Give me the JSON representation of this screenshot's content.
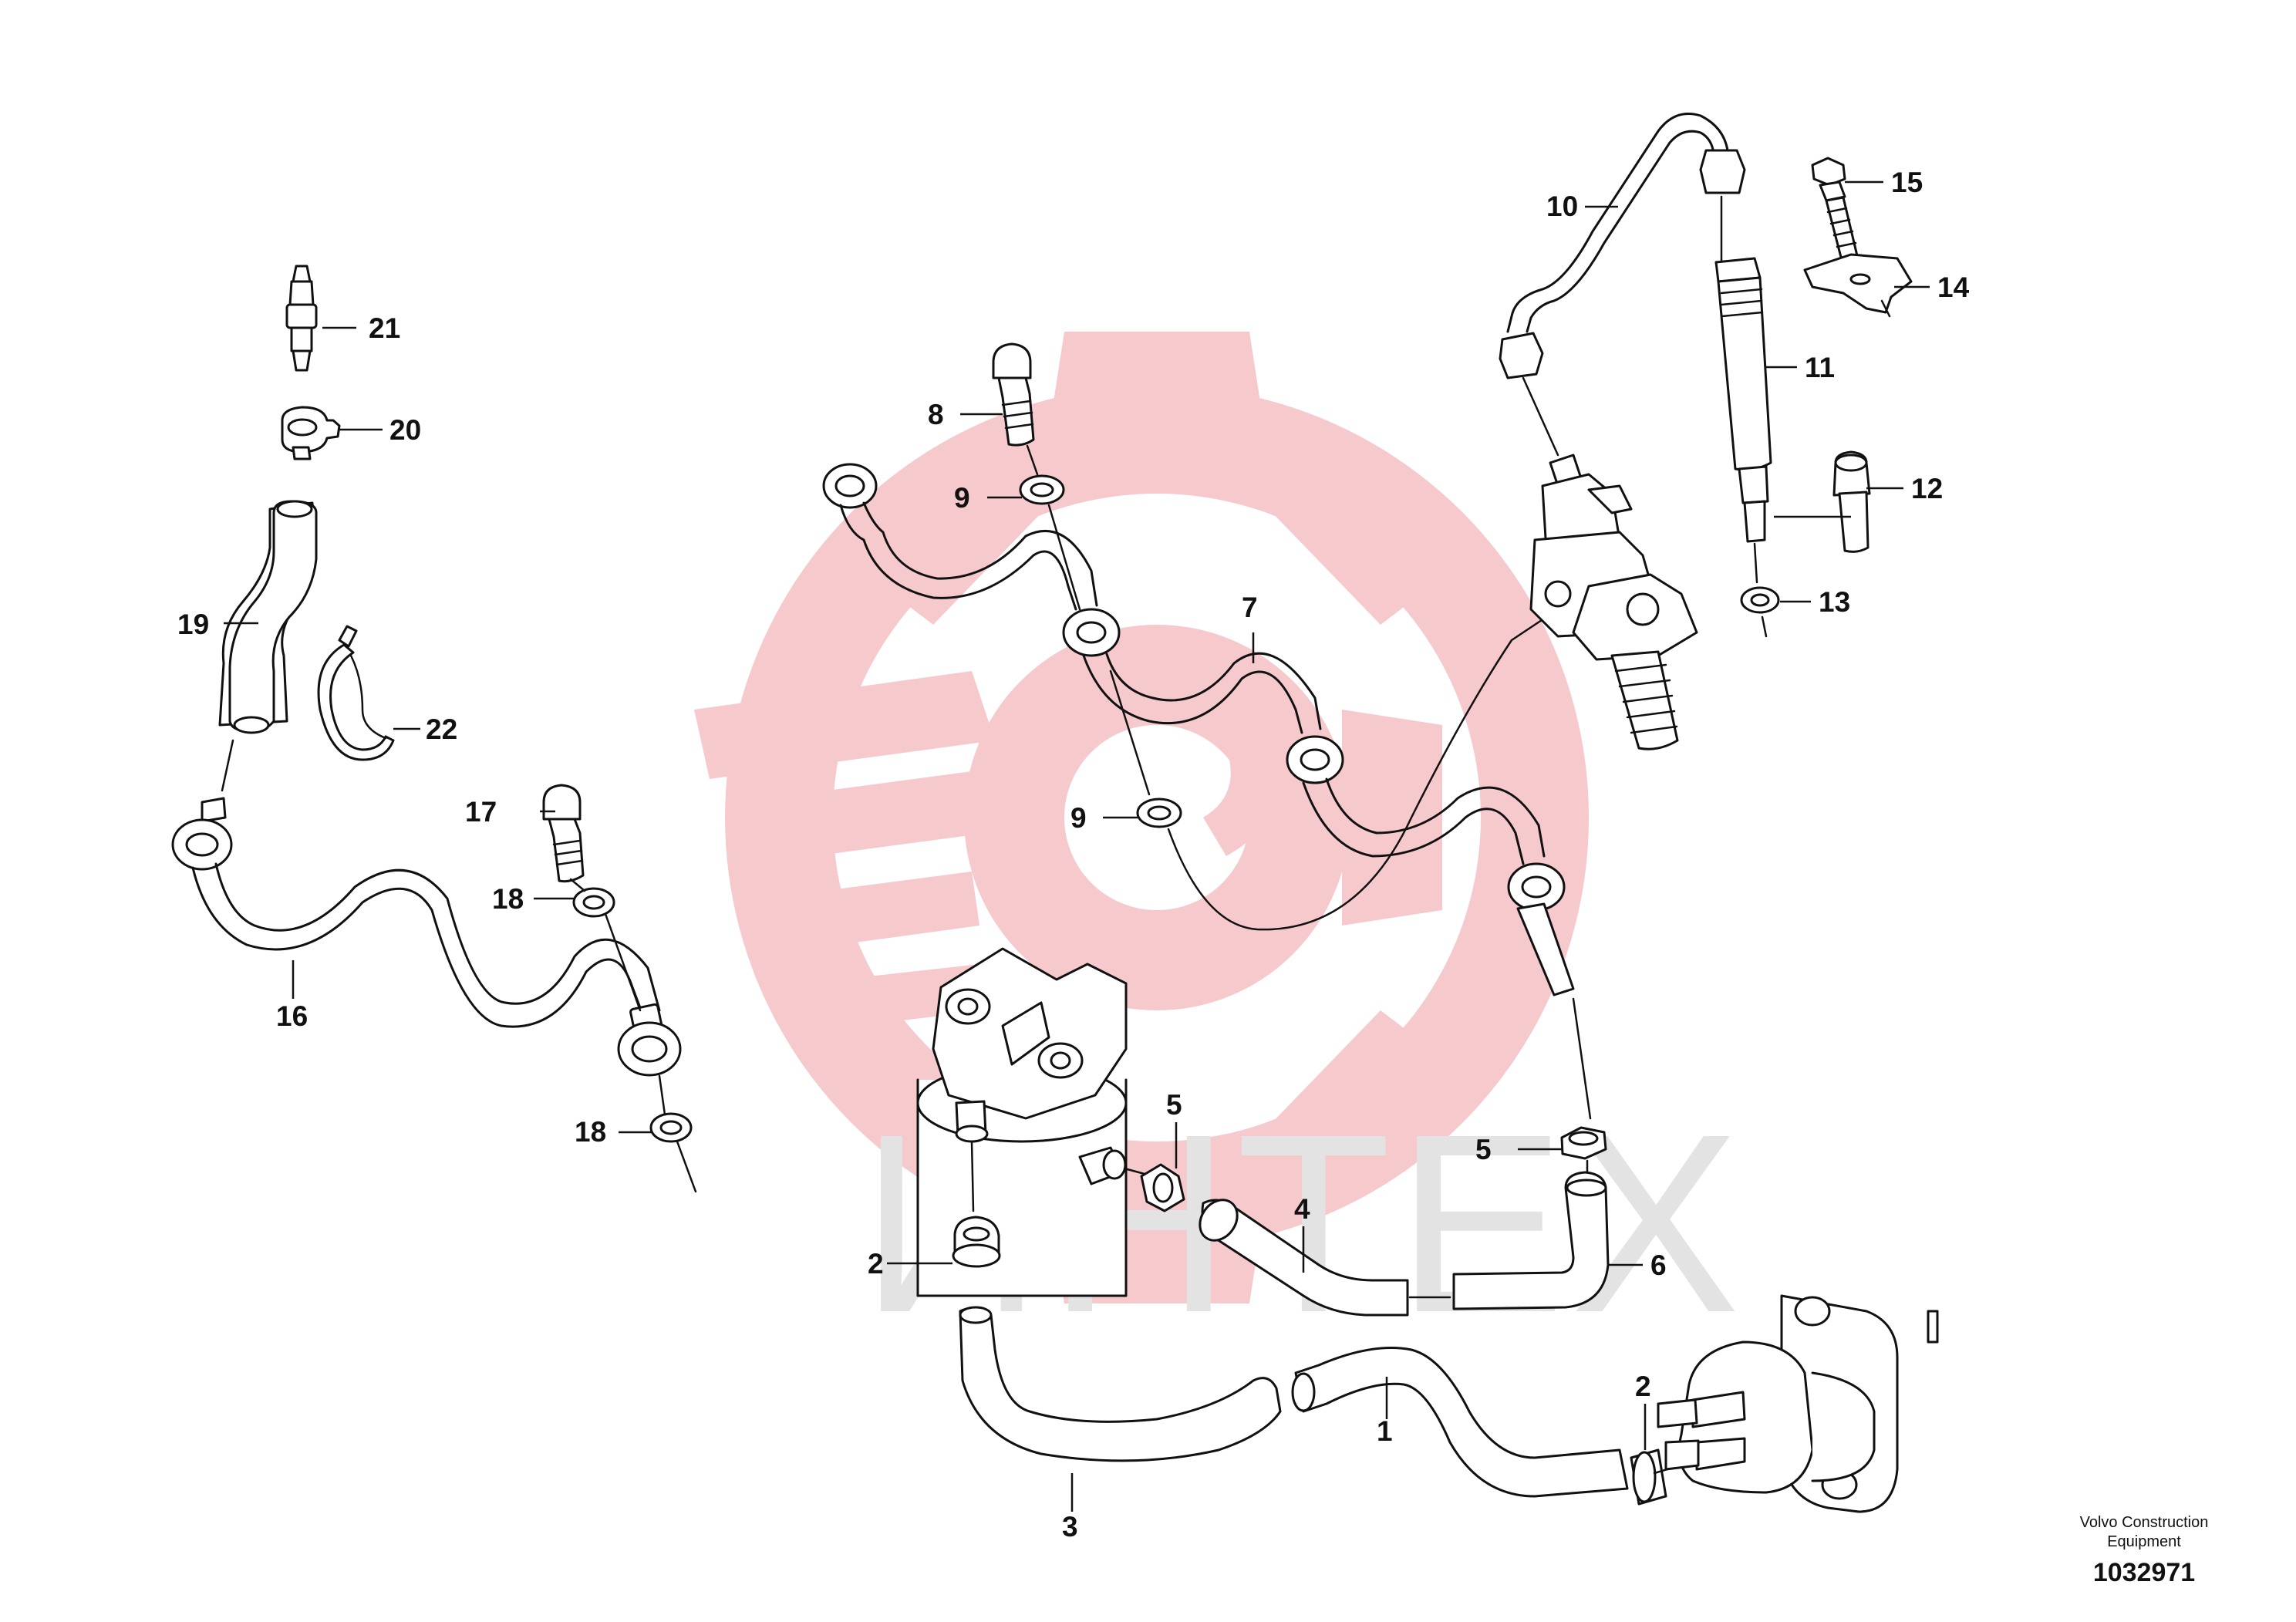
{
  "watermark": {
    "text": "ИНТЕХ",
    "logo_color": "#f6c9cd",
    "text_color": "#e3e3e3"
  },
  "brand": {
    "line1": "Volvo Construction",
    "line2": "Equipment",
    "code": "1032971"
  },
  "callouts": [
    "1",
    "2",
    "2",
    "3",
    "4",
    "5",
    "5",
    "6",
    "7",
    "8",
    "9",
    "9",
    "10",
    "11",
    "12",
    "13",
    "14",
    "15",
    "16",
    "17",
    "18",
    "18",
    "19",
    "20",
    "21",
    "22"
  ]
}
